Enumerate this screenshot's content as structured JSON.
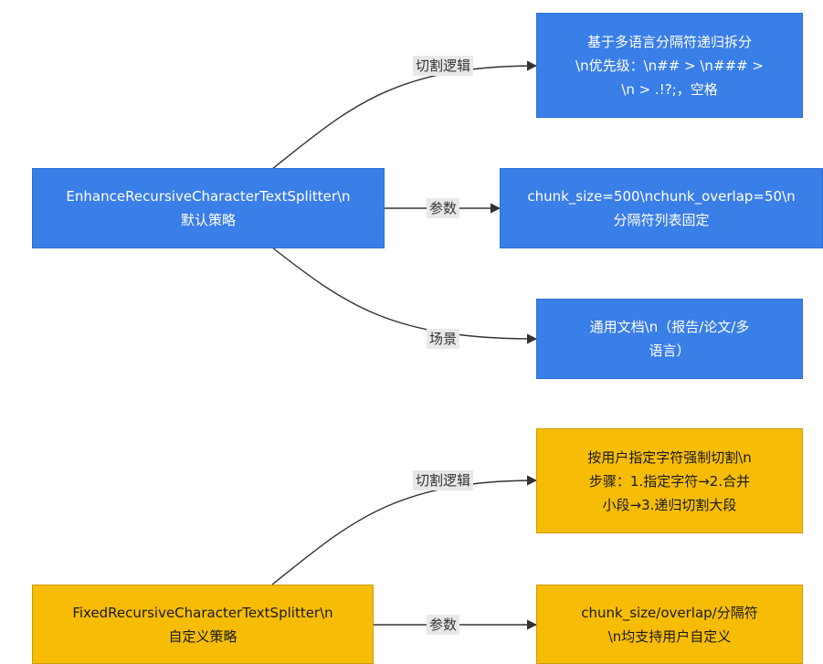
{
  "groups": [
    {
      "source": {
        "lines": [
          "EnhanceRecursiveCharacterTextSplitter\\n",
          "默认策略"
        ]
      },
      "targets": [
        {
          "edge_label": "切割逻辑",
          "lines": [
            "基于多语言分隔符递归拆分",
            "\\n优先级：\\n## > \\n### >",
            "\\n > .!?;，空格"
          ]
        },
        {
          "edge_label": "参数",
          "lines": [
            "chunk_size=500\\nchunk_overlap=50\\n",
            "分隔符列表固定"
          ]
        },
        {
          "edge_label": "场景",
          "lines": [
            "通用文档\\n（报告/论文/多",
            "语言）"
          ]
        }
      ]
    },
    {
      "source": {
        "lines": [
          "FixedRecursiveCharacterTextSplitter\\n",
          "自定义策略"
        ]
      },
      "targets": [
        {
          "edge_label": "切割逻辑",
          "lines": [
            "按用户指定字符强制切割\\n",
            "步骤：1.指定字符→2.合并",
            "小段→3.递归切割大段"
          ]
        },
        {
          "edge_label": "参数",
          "lines": [
            "chunk_size/overlap/分隔符",
            "\\n均支持用户自定义"
          ]
        }
      ]
    }
  ],
  "colors": {
    "group1_fill": "#3a7ee8",
    "group2_fill": "#f7bd06",
    "edge": "#333333",
    "edge_label_bg": "#e8e8e8"
  }
}
